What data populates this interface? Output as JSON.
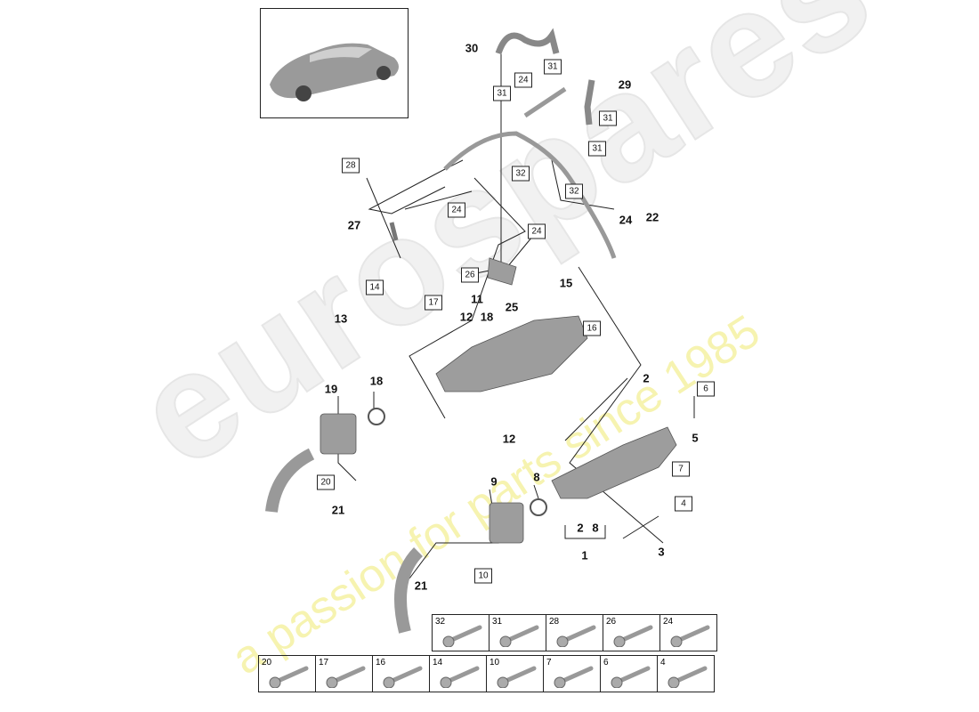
{
  "watermark": {
    "brand": "eurospares",
    "tagline": "a passion for parts since 1985"
  },
  "callouts": [
    {
      "label": "31",
      "boxed": true
    },
    {
      "label": "31",
      "boxed": true
    },
    {
      "label": "24",
      "boxed": true
    },
    {
      "label": "31",
      "boxed": true
    },
    {
      "label": "31",
      "boxed": true
    },
    {
      "label": "28",
      "boxed": true
    },
    {
      "label": "32",
      "boxed": true
    },
    {
      "label": "32",
      "boxed": true
    },
    {
      "label": "24",
      "boxed": true
    },
    {
      "label": "24",
      "boxed": true
    },
    {
      "label": "26",
      "boxed": true
    },
    {
      "label": "14",
      "boxed": true
    },
    {
      "label": "17",
      "boxed": true
    },
    {
      "label": "16",
      "boxed": true
    },
    {
      "label": "6",
      "boxed": true
    },
    {
      "label": "7",
      "boxed": true
    },
    {
      "label": "4",
      "boxed": true
    },
    {
      "label": "20",
      "boxed": true
    },
    {
      "label": "10",
      "boxed": true
    },
    {
      "label": "30",
      "boxed": false
    },
    {
      "label": "29",
      "boxed": false
    },
    {
      "label": "27",
      "boxed": false
    },
    {
      "label": "24",
      "boxed": false
    },
    {
      "label": "22",
      "boxed": false
    },
    {
      "label": "11",
      "boxed": false
    },
    {
      "label": "12",
      "boxed": false
    },
    {
      "label": "18",
      "boxed": false
    },
    {
      "label": "15",
      "boxed": false
    },
    {
      "label": "25",
      "boxed": false
    },
    {
      "label": "13",
      "boxed": false
    },
    {
      "label": "19",
      "boxed": false
    },
    {
      "label": "18",
      "boxed": false
    },
    {
      "label": "2",
      "boxed": false
    },
    {
      "label": "5",
      "boxed": false
    },
    {
      "label": "12",
      "boxed": false
    },
    {
      "label": "9",
      "boxed": false
    },
    {
      "label": "8",
      "boxed": false
    },
    {
      "label": "21",
      "boxed": false
    },
    {
      "label": "2",
      "boxed": false
    },
    {
      "label": "8",
      "boxed": false
    },
    {
      "label": "1",
      "boxed": false
    },
    {
      "label": "3",
      "boxed": false
    },
    {
      "label": "21",
      "boxed": false
    }
  ],
  "parts_table": {
    "row1": [
      "32",
      "31",
      "28",
      "26",
      "24"
    ],
    "row2": [
      "20",
      "17",
      "16",
      "14",
      "10",
      "7",
      "6",
      "4"
    ]
  }
}
